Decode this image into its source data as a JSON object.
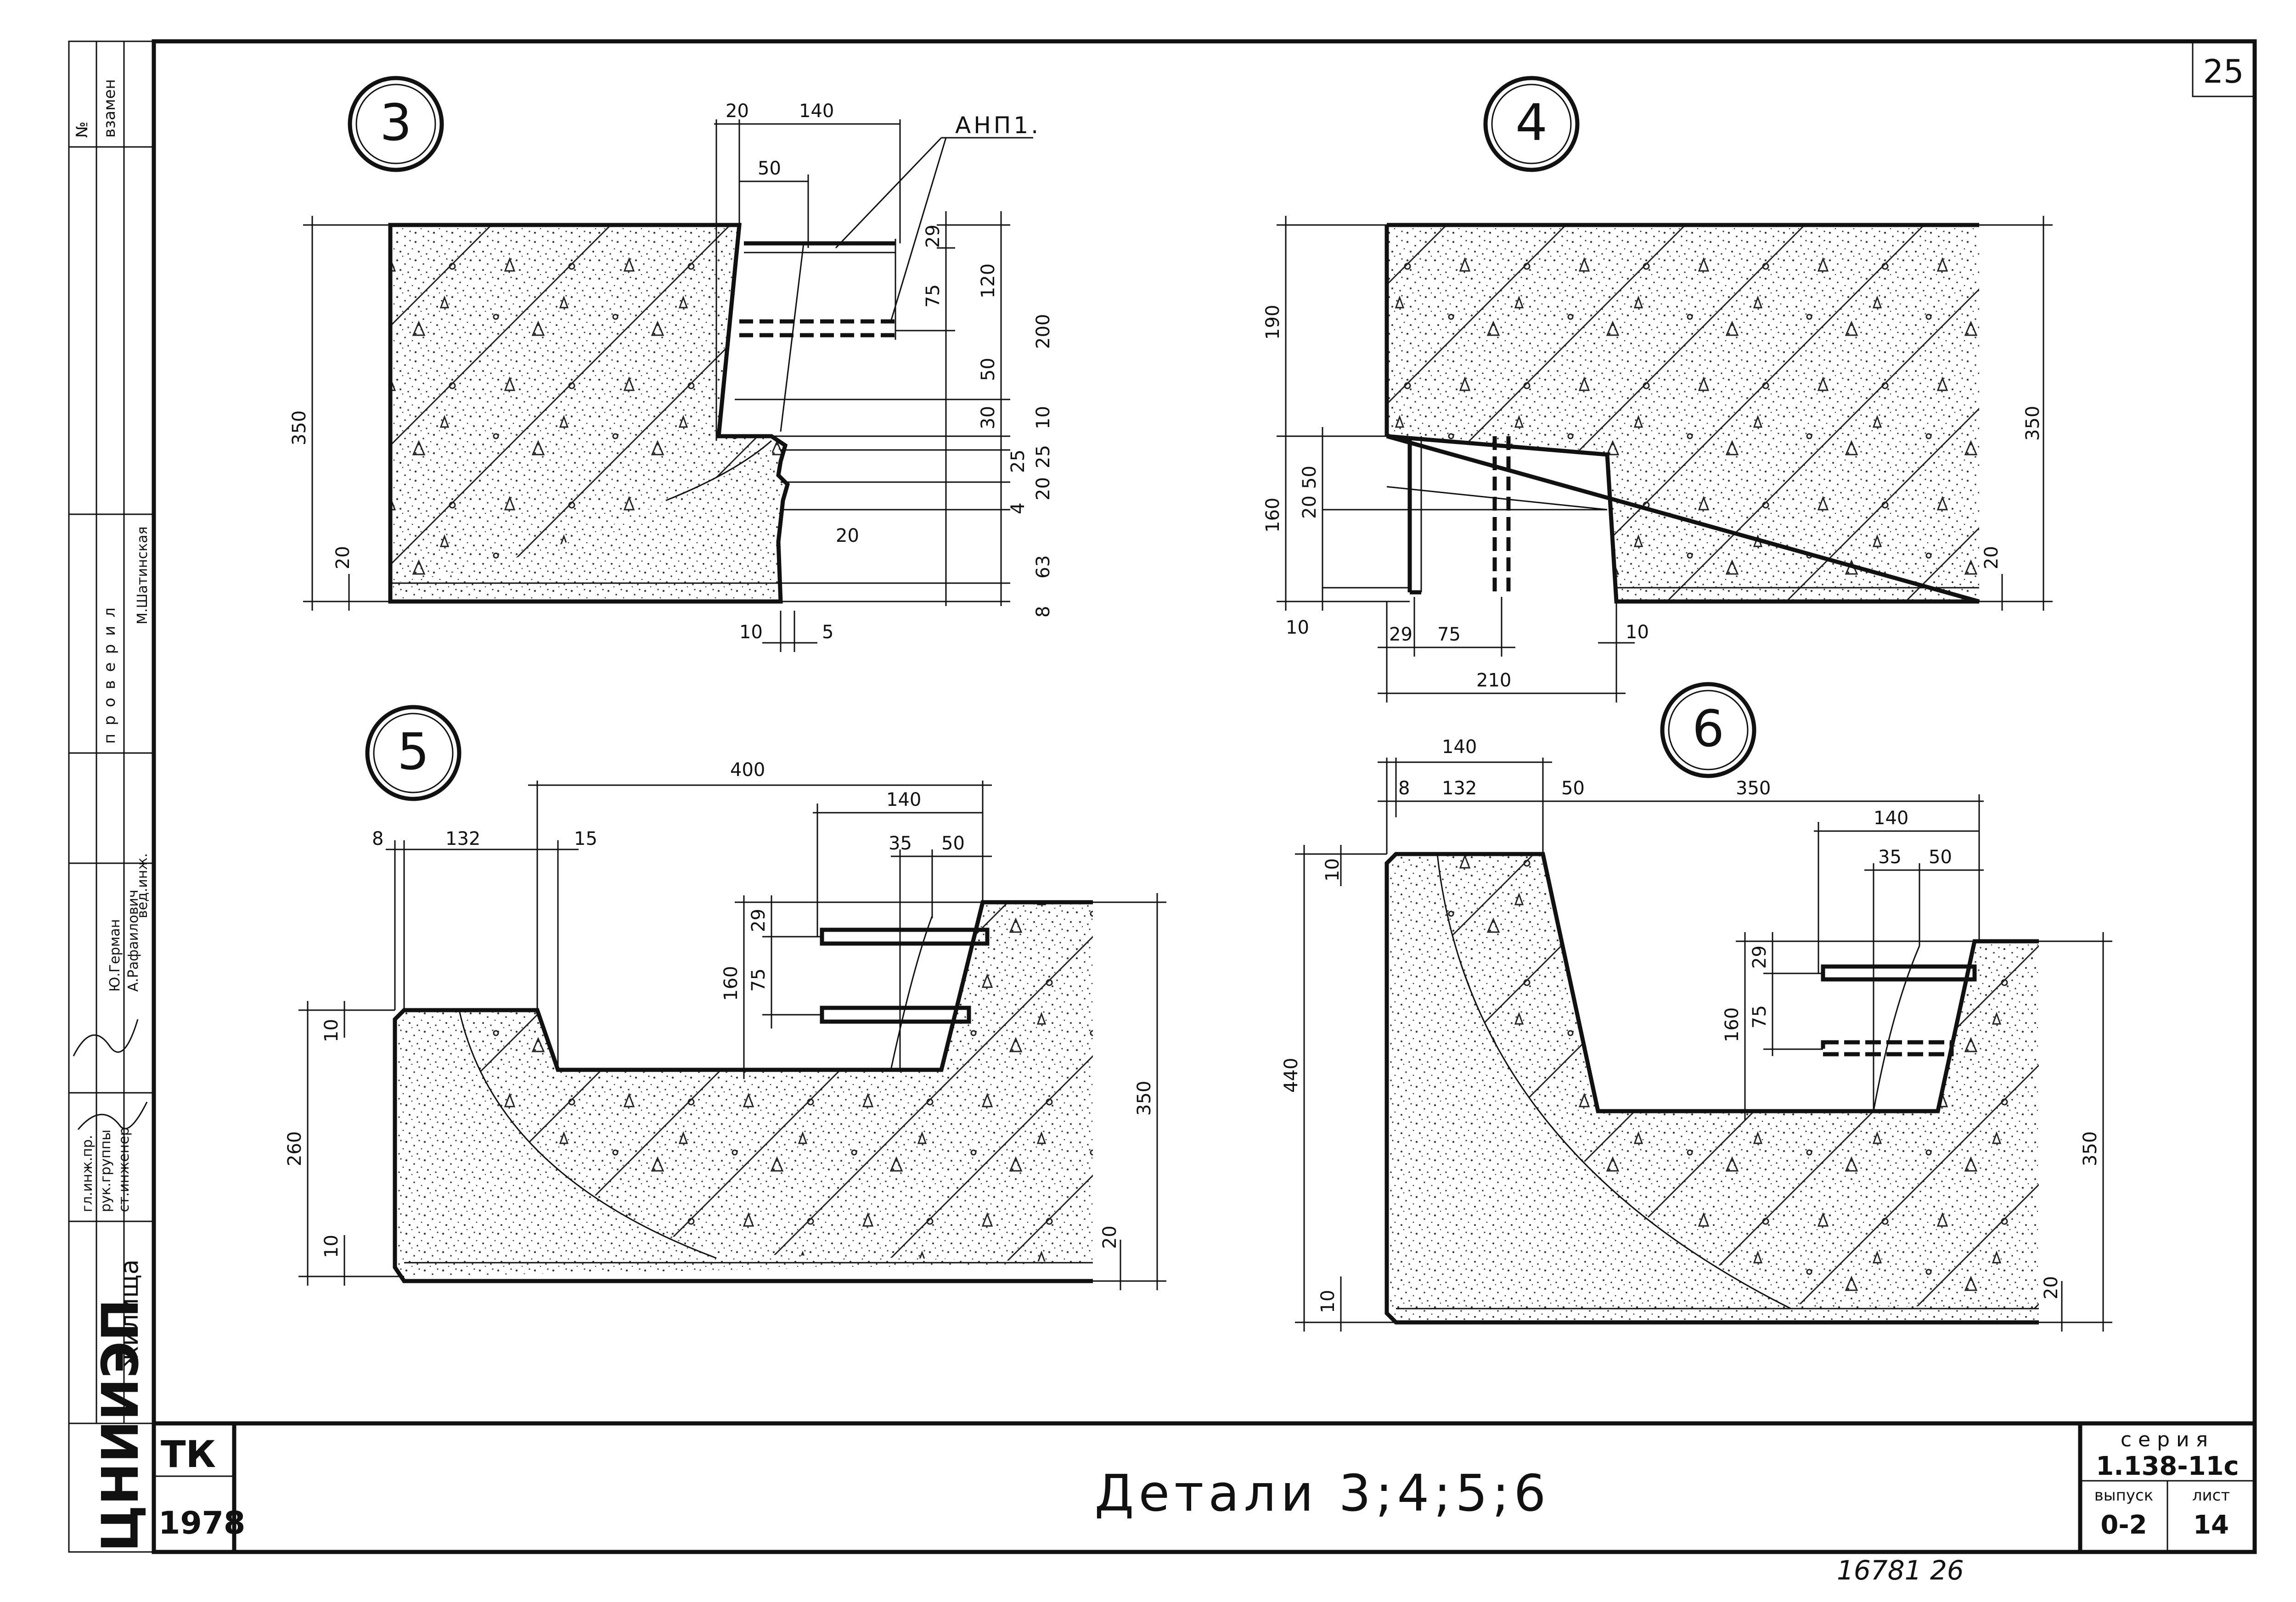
{
  "sheet": {
    "page_number": "25",
    "title": "Детали 3;4;5;6",
    "series_label": "серия",
    "series_value": "1.138-11с",
    "issue_label": "выпуск",
    "issue_value": "0-2",
    "list_label": "лист",
    "list_value": "14",
    "org_code": "ТК",
    "year": "1978",
    "institute": "ЦНИИЭП",
    "institute_suffix": "жилища",
    "footer_note": "16781  26"
  },
  "side_stamp": {
    "number_label": "№",
    "replace_label": "взамен",
    "check_label": "проверил",
    "rows": [
      {
        "role": "гл.инж.пр.",
        "name": "Ю.Герман"
      },
      {
        "role": "рук.группы",
        "name": "А.Рафаилович"
      },
      {
        "role": "ст.инженер",
        "name": ""
      },
      {
        "role": "вед.инж.",
        "name": "М.Шатинская"
      }
    ]
  },
  "details": [
    {
      "id": "3",
      "label": "АНП1.",
      "dims": [
        "20",
        "140",
        "50",
        "29",
        "75",
        "120",
        "200",
        "50",
        "30",
        "10",
        "25",
        "20",
        "25",
        "4",
        "20",
        "63",
        "8",
        "20",
        "10",
        "5",
        "350"
      ]
    },
    {
      "id": "4",
      "dims": [
        "190",
        "350",
        "50",
        "20",
        "160",
        "10",
        "29",
        "75",
        "10",
        "210",
        "20"
      ]
    },
    {
      "id": "5",
      "dims": [
        "400",
        "8",
        "132",
        "15",
        "140",
        "35",
        "50",
        "29",
        "160",
        "75",
        "10",
        "260",
        "10",
        "350",
        "20"
      ]
    },
    {
      "id": "6",
      "dims": [
        "140",
        "8",
        "132",
        "50",
        "350",
        "140",
        "35",
        "50",
        "10",
        "29",
        "160",
        "75",
        "440",
        "350",
        "10",
        "20"
      ]
    }
  ]
}
